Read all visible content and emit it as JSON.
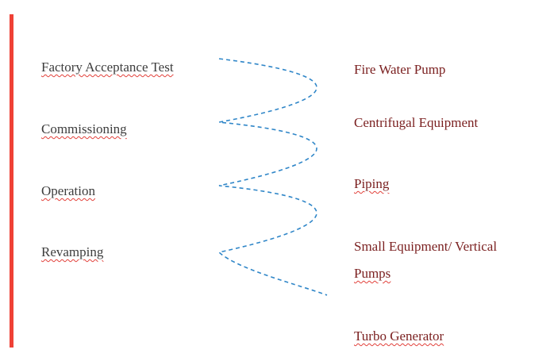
{
  "left_column": {
    "items": [
      "Factory Acceptance Test",
      "Commissioning",
      "Operation",
      "Revamping"
    ]
  },
  "right_column": {
    "items": [
      "Fire Water Pump",
      "Centrifugal Equipment",
      "Piping",
      "Small Equipment/ Vertical",
      "Pumps",
      "Turbo Generator"
    ]
  },
  "colors": {
    "accent_bar": "#ef4136",
    "left_text": "#3d3d3d",
    "right_text": "#7a1f1f",
    "wave": "#2f86c8",
    "spellcheck_underline": "#e2403a"
  },
  "icons": {
    "connector": "dashed-wave-connector"
  }
}
